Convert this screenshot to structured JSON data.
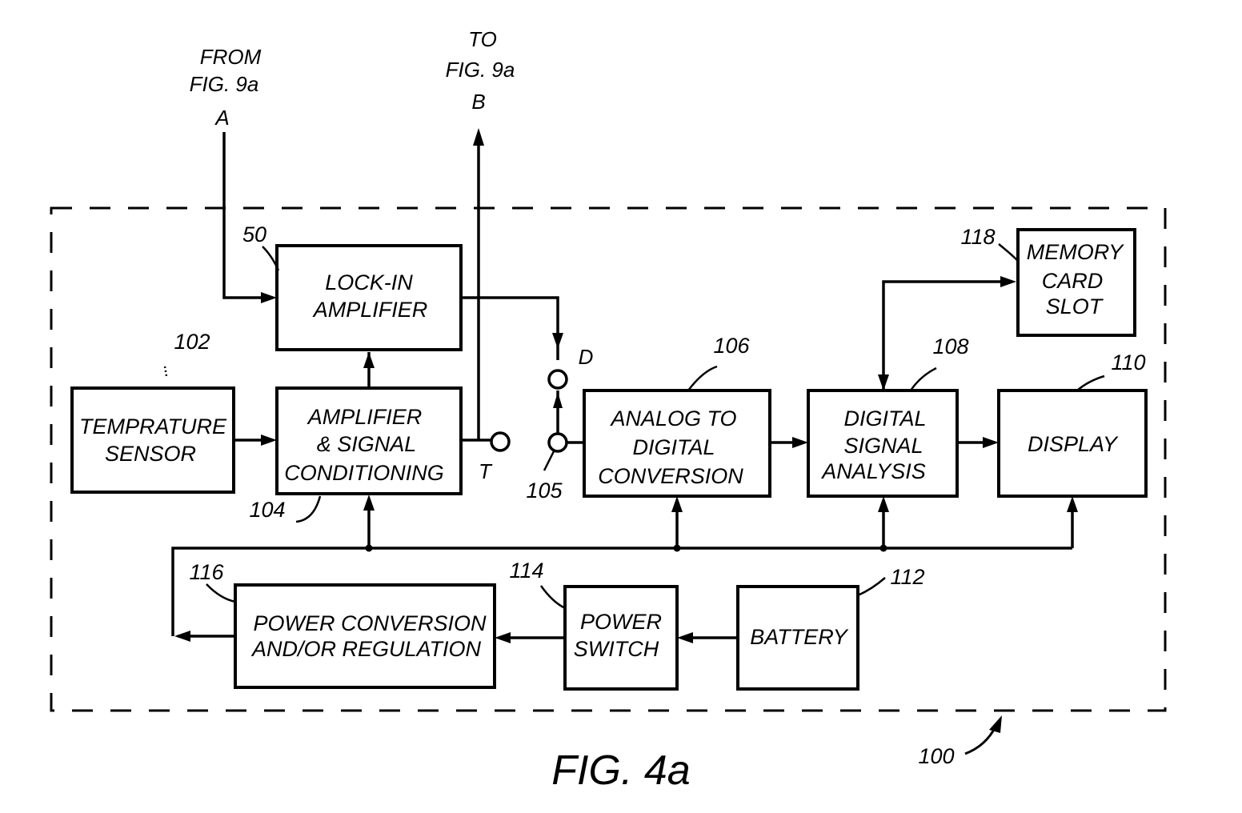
{
  "figure": {
    "title": "FIG. 4a",
    "system_ref": "100"
  },
  "offpage": {
    "from": {
      "line1": "FROM",
      "line2": "FIG. 9a",
      "letter": "A"
    },
    "to": {
      "line1": "TO",
      "line2": "FIG. 9a",
      "letter": "B"
    }
  },
  "blocks": {
    "lockin": {
      "ref": "50",
      "lines": [
        "LOCK-IN",
        "AMPLIFIER"
      ]
    },
    "temp": {
      "ref": "102",
      "lines": [
        "TEMPRATURE",
        "SENSOR"
      ]
    },
    "amp": {
      "ref": "104",
      "lines": [
        "AMPLIFIER",
        "& SIGNAL",
        "CONDITIONING"
      ]
    },
    "adc": {
      "ref": "106",
      "lines": [
        "ANALOG TO",
        "DIGITAL",
        "CONVERSION"
      ]
    },
    "dsa": {
      "ref": "108",
      "lines": [
        "DIGITAL",
        "SIGNAL",
        "ANALYSIS"
      ]
    },
    "display": {
      "ref": "110",
      "lines": [
        "DISPLAY"
      ]
    },
    "memory": {
      "ref": "118",
      "lines": [
        "MEMORY",
        "CARD",
        "SLOT"
      ]
    },
    "power_conv": {
      "ref": "116",
      "lines": [
        "POWER CONVERSION",
        "AND/OR REGULATION"
      ]
    },
    "power_switch": {
      "ref": "114",
      "lines": [
        "POWER",
        "SWITCH"
      ]
    },
    "battery": {
      "ref": "112",
      "lines": [
        "BATTERY"
      ]
    }
  },
  "terminals": {
    "t": {
      "label": "T"
    },
    "d": {
      "label": "D"
    },
    "switch_ref": "105"
  }
}
